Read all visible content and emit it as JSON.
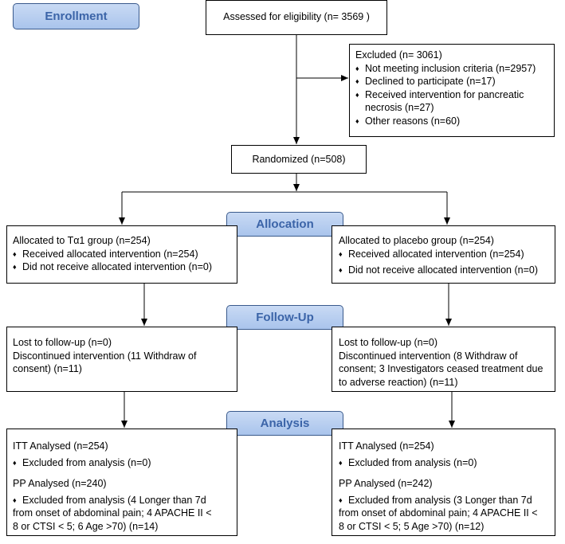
{
  "stages": {
    "enrollment": "Enrollment",
    "allocation": "Allocation",
    "followup": "Follow-Up",
    "analysis": "Analysis"
  },
  "assessed": "Assessed for eligibility (n= 3569 )",
  "excluded": {
    "title": "Excluded  (n= 3061)",
    "items": [
      "Not meeting inclusion criteria (n=2957)",
      "Declined to participate (n=17)",
      "Received intervention for pancreatic",
      "necrosis (n=27)",
      "Other reasons (n=60)"
    ]
  },
  "randomized": "Randomized (n=508)",
  "allocation": {
    "left": {
      "title": "Allocated to Tα1 group (n=254)",
      "items": [
        "Received allocated intervention (n=254)",
        "Did not receive allocated intervention (n=0)"
      ]
    },
    "right": {
      "title": "Allocated to placebo group (n=254)",
      "items": [
        "Received allocated intervention (n=254)",
        "Did not receive allocated intervention (n=0)"
      ]
    }
  },
  "followup": {
    "left": [
      "Lost to follow-up (n=0)",
      "Discontinued intervention (11 Withdraw of",
      "consent) (n=11)"
    ],
    "right": [
      "Lost to follow-up (n=0)",
      "Discontinued intervention (8 Withdraw of",
      "consent; 3 Investigators ceased treatment due",
      "to adverse reaction) (n=11)"
    ]
  },
  "analysis": {
    "left": {
      "itt": "ITT Analysed  (n=254)",
      "itt_excl": "Excluded from analysis (n=0)",
      "pp": "PP Analysed  (n=240)",
      "pp_excl": [
        "Excluded from analysis (4 Longer than 7d",
        "from onset of abdominal pain; 4 APACHE II <",
        "8 or CTSI < 5;  6 Age >70) (n=14)"
      ]
    },
    "right": {
      "itt": "ITT Analysed  (n=254)",
      "itt_excl": "Excluded from analysis (n=0)",
      "pp": "PP Analysed  (n=242)",
      "pp_excl": [
        "Excluded from analysis (3 Longer than 7d",
        "from onset of abdominal pain; 4 APACHE II <",
        "8 or CTSI < 5;  5 Age >70) (n=12)"
      ]
    }
  }
}
